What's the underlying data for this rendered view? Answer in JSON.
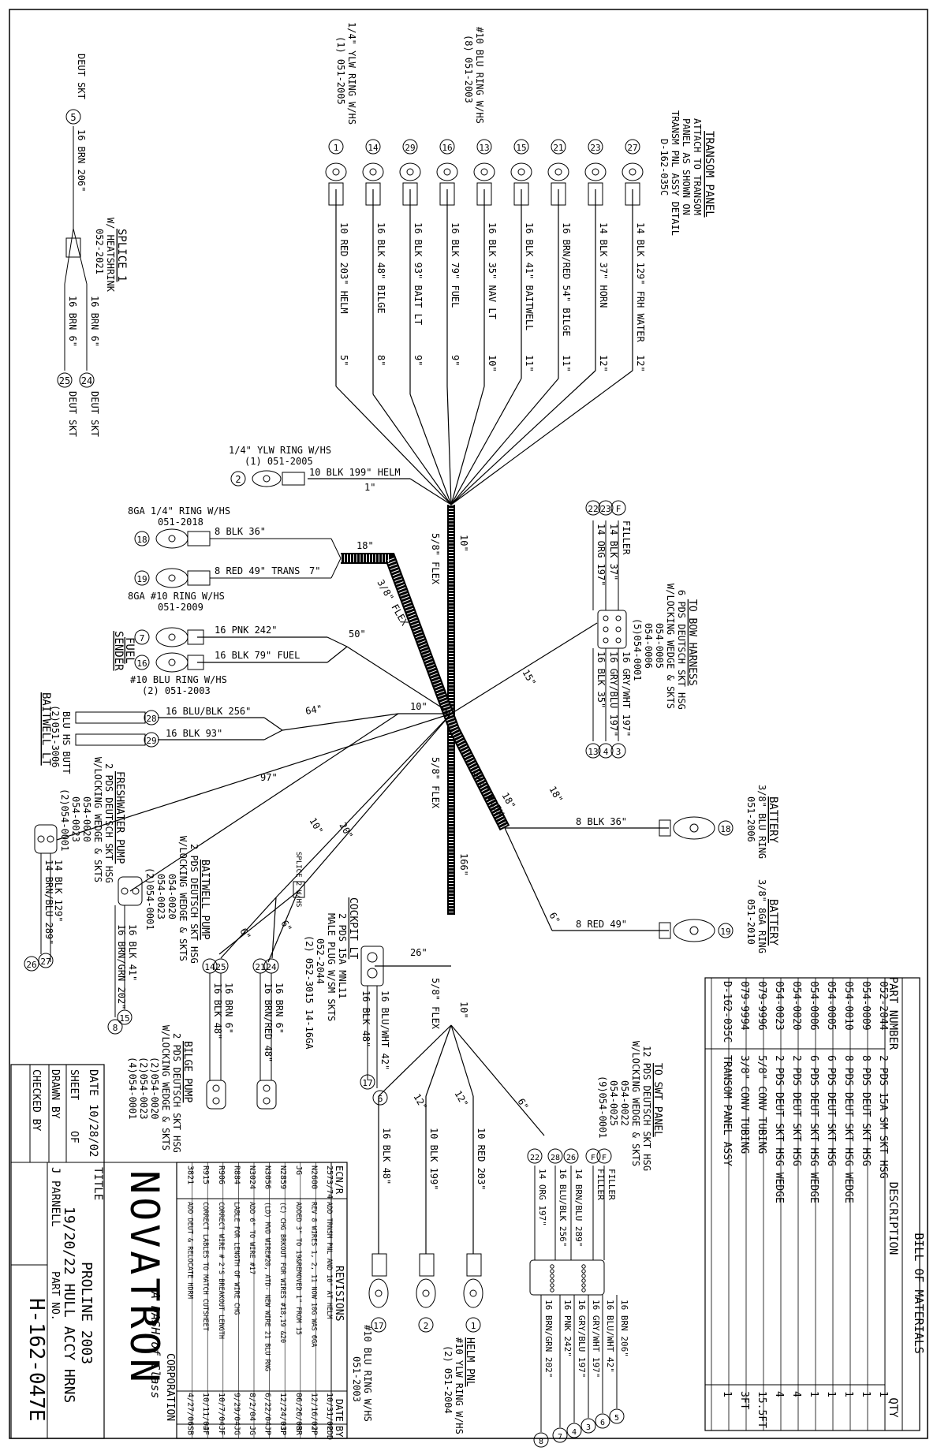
{
  "bom": {
    "title": "BILL OF MATERIALS",
    "headers": [
      "PART NUMBER",
      "DESCRIPTION",
      "QTY"
    ],
    "rows": [
      [
        "052-2044",
        "2 PDS 15A SM SKT HSG",
        "1"
      ],
      [
        "054-0009",
        "8 PDS DEUT SKT HSG",
        "1"
      ],
      [
        "054-0010",
        "8 PDS DEUT SKT HSG WEDGE",
        "1"
      ],
      [
        "054-0005",
        "6 PDS DEUT SKT HSG",
        "1"
      ],
      [
        "054-0006",
        "6 PDS DEUT SKT HSG WEDGE",
        "1"
      ],
      [
        "054-0020",
        "2 PDS DEUT SKT HSG",
        "4"
      ],
      [
        "054-0023",
        "2 PDS DEUT SKT HSG WEDGE",
        "4"
      ],
      [
        "079-9996",
        "5/8\" CONV TUBING",
        "15.5FT"
      ],
      [
        "079-9994",
        "3/8\" CONV TUBING",
        "3FT"
      ],
      [
        "D-162-035C",
        "TRANSOM PANEL ASSY",
        "1"
      ]
    ]
  },
  "revisions": {
    "title": "REVISIONS",
    "headers": [
      "ECN/R",
      "REVISIONS",
      "DATE",
      "BY"
    ],
    "rows": [
      [
        "2573/74",
        "ADD TRNSM PNL AND 10\" AT HELM",
        "10/31/02",
        "PDD"
      ],
      [
        "N2600",
        "REV 8 WIRES 1, 2, 11 NOW 10G WAS 6GA",
        "12/16/02",
        "JP"
      ],
      [
        "JG",
        "ADDED 3\" TO 19&REMOVED 1\" FROM 15",
        "06/26/03",
        "RR"
      ],
      [
        "N2859",
        "(C) CHG BRKOUT FOR WIRES #18,19 &20",
        "12/24/03",
        "JP"
      ],
      [
        "N3056",
        "(LD) MVD WIRE#20, ATD- NEW WIRE 21 BLU RNG",
        "6/22/04",
        "JP"
      ],
      [
        "N3024",
        "ADD 6\" TO WIRE #17",
        "8/2/04",
        "JG"
      ],
      [
        "R884",
        "LABLE FOR LENGTH OF WIRE CHG",
        "9/29/04",
        "JG"
      ],
      [
        "R906",
        "CORRECT WIRE # 2'S BREAKOUT LENGTH",
        "10/7/04",
        "JF"
      ],
      [
        "R915",
        "CORRECT LABLES TO MATCH CUTSHEET",
        "10/11/04",
        "JF"
      ],
      [
        "3821",
        "ADD DEUT & RELOCATE HDRM",
        "4/27/06",
        "SB"
      ]
    ]
  },
  "title_block": {
    "company": "NOVATRON",
    "company_sub": "CORPORATION",
    "tagline": "A DASH of Class",
    "title_label": "TITLE",
    "title_line1": "PROLINE 2003",
    "title_line2": "19/20/22 HULL ACCY HRNS",
    "date_label": "DATE",
    "date": "10/28/02",
    "sheet_label": "SHEET",
    "sheet_of": "OF",
    "drawn_label": "DRAWN BY",
    "drawn_by": "J PARNELL",
    "checked_label": "CHECKED BY",
    "part_label": "PART NO.",
    "part_no": "H-162-047E"
  },
  "transom": {
    "title": "TRANSOM PANEL",
    "note": [
      "ATTACH TO TRANSOM",
      "PANEL AS SHOWN ON",
      "TRANSM PNL ASSY DETAIL",
      "D-162-035C"
    ],
    "ring_note1": [
      "#10 BLU RING W/HS",
      "(8) 051-2003"
    ],
    "ring_note2": [
      "1/4\" YLW RING W/HS",
      "(1) 051-2005"
    ],
    "wires": [
      {
        "num": "27",
        "label": "14 BLK 129\" FRH WATER",
        "len": "12\""
      },
      {
        "num": "23",
        "label": "14 BLK 37\" HORN",
        "len": "12\""
      },
      {
        "num": "21",
        "label": "16 BRN/RED 54\" BILGE",
        "len": "11\""
      },
      {
        "num": "15",
        "label": "16 BLK 41\" BAITWELL",
        "len": "11\""
      },
      {
        "num": "13",
        "label": "16 BLK 35\" NAV LT",
        "len": "10\""
      },
      {
        "num": "16",
        "label": "16 BLK 79\" FUEL",
        "len": "9\""
      },
      {
        "num": "29",
        "label": "16 BLK 93\" BAIT LT",
        "len": "9\""
      },
      {
        "num": "14",
        "label": "16 BLK 48\" BILGE",
        "len": "8\""
      },
      {
        "num": "1",
        "label": "10 RED 203\" HELM",
        "len": "5\""
      }
    ]
  },
  "splice1": {
    "title": "SPLICE 1",
    "sub": [
      "W/ HEATSHRINK",
      "052-2021"
    ],
    "in_num": "5",
    "in_label": "DEUT SKT",
    "in_wire": "16 BRN 206\"",
    "out1_num": "24",
    "out1_wire": "16 BRN 6\"",
    "out2_num": "25",
    "out2_wire": "16 BRN 6\"",
    "deut": "DEUT SKT"
  },
  "left": {
    "w2_note": [
      "1/4\" YLW RING W/HS",
      "(1) 051-2005"
    ],
    "w2_num": "2",
    "w2_label": "10 BLK 199\" HELM",
    "w2_len": "1\"",
    "ring8_note": [
      "8GA 1/4\" RING W/HS",
      "051-2018"
    ],
    "w18_num": "18",
    "w18_label": "8 BLK 36\"",
    "w18_len": "18\"",
    "w19_num": "19",
    "w19_label": "8 RED 49\" TRANS",
    "w19_len": "7\"",
    "ring10_note": [
      "8GA #10 RING W/HS",
      "051-2009"
    ],
    "flex1": "5/8\" FLEX",
    "flex1_len": "10\"",
    "flex2": "3/8\" FLEX",
    "fuel_title": [
      "FUEL",
      "SENDER"
    ],
    "w7_num": "7",
    "w7_label": "16 PNK 242\"",
    "w16_num": "16",
    "w16_label": "16 BLK 79\" FUEL",
    "fuel_ring": [
      "#10 BLU RING W/HS",
      "(2) 051-2003"
    ],
    "fuel_len": "50\"",
    "baitwell_title": "BAITWELL LT",
    "butt_note": [
      "BLU HS BUTT",
      "(2)051-3006"
    ],
    "w28_num": "28",
    "w28_label": "16 BLU/BLK 256\"",
    "w29_num": "29",
    "w29_label": "16 BLK 93\"",
    "bait_len": "64\"",
    "center_len": "10\"",
    "fresh_title": "FRESHWATER PUMP",
    "fresh_note": [
      "2 PDS DEUTSCH SKT HSG",
      "W/LOCKING WEDGE & SKTS",
      "054-0020",
      "054-0023",
      "(2)054-0001"
    ],
    "fresh_len": "97\"",
    "w27_num": "27",
    "w27_label": "14 BLK 129\"",
    "w26_num": "26",
    "w26_label": "14 BRN/BLU 289\""
  },
  "bow": {
    "title": "TO BOW HARNESS",
    "note": [
      "6 PDS DEUTSCH SKT HSG",
      "W/LOCKING WEDGE & SKTS",
      "054-0005",
      "054-0006",
      "(5)054-0001"
    ],
    "filler": "FILLER",
    "w22": {
      "num": "22",
      "label": "14 ORG 197\""
    },
    "w23": {
      "num": "23",
      "label": "14 BLK 37\""
    },
    "w3": {
      "num": "3",
      "label": "16 GRY/WHT 197\""
    },
    "w4": {
      "num": "4",
      "label": "16 GRY/BLU 197\""
    },
    "w13": {
      "num": "13",
      "label": "16 BLK 35\""
    },
    "len": "15\""
  },
  "battery": {
    "b1_title": "BATTERY",
    "b1_note": [
      "3/8\" BLU RING",
      "051-2006"
    ],
    "b1_num": "18",
    "b1_wire": "8 BLK 36\"",
    "b1_len": "18\"",
    "b2_title": "BATTERY",
    "b2_note": [
      "3/8\" 8GA RING",
      "051-2010"
    ],
    "b2_num": "19",
    "b2_wire": "8 RED 49\"",
    "b2_len": "6\"",
    "flex3": "3/8\" FLEX",
    "flex3_len": "18\"",
    "flex4": "5/8\" FLEX",
    "mid_len": "166\""
  },
  "baitwell_pump": {
    "title": "BAITWELL PUMP",
    "note": [
      "2 PDS DEUTSCH SKT HSG",
      "W/LOCKING WEDGE & SKTS",
      "054-0020",
      "054-0023",
      "(2)054-0001"
    ],
    "w15_num": "15",
    "w15_label": "16 BLK 41\"",
    "w8_num": "8",
    "w8_label": "16 BRN/GRN 202\"",
    "len": "10\""
  },
  "bilge": {
    "title": "BILGE PUMP",
    "note": [
      "2 PDS DEUTSCH SKT HSG",
      "W/LOCKING WEDGE & SKTS",
      "(2)054-0020",
      "(2)054-0023",
      "(4)054-0001"
    ],
    "splice2": "SPLICE 2 W/HS",
    "w25_num": "25",
    "w25_label": "16 BRN 6\"",
    "w14_num": "14",
    "w14_label": "16 BLK 48\"",
    "w24_num": "24",
    "w24_label": "16 BRN 6\"",
    "w21_num": "21",
    "w21_label": "16 BRN/RED 48\"",
    "len_a": "6\"",
    "len_b": "6\"",
    "len_c": "20\""
  },
  "cockpit": {
    "title": "COCKPIT LT",
    "note": [
      "2 PDS 15A MNL11",
      "MALE PLUG W/SM SKTS",
      "052-2044",
      "(2) 052-3015 14-16GA"
    ],
    "w17_num": "17",
    "w17_label": "16 BLK 48\"",
    "w6_num": "6",
    "w6_label": "16 BLU/WHT 42\"",
    "len": "26\"",
    "flex": "5/8\" FLEX",
    "flex_len": "10\""
  },
  "switch_panel": {
    "title": "TO SWT PANEL",
    "note": [
      "12 PDS DEUTSCH SKT HSG",
      "W/LOCKING WEDGE & SKTS",
      "054-0022",
      "054-0025",
      "(9)054-0001"
    ],
    "left_pins": [
      {
        "num": "F",
        "label": "FILLER"
      },
      {
        "num": "F",
        "label": "FILLER"
      },
      {
        "num": "26",
        "label": "14 BRN/BLU 289\""
      },
      {
        "num": "28",
        "label": "16 BLU/BLK 256\""
      },
      {
        "num": "22",
        "label": "14 ORG 197\""
      }
    ],
    "right_pins": [
      {
        "num": "5",
        "label": "16 BRN 206\""
      },
      {
        "num": "6",
        "label": "16 BLU/WHT 42\""
      },
      {
        "num": "3",
        "label": "16 GRY/WHT 197\""
      },
      {
        "num": "4",
        "label": "16 GRY/BLU 197\""
      },
      {
        "num": "7",
        "label": "16 PNK 242\""
      },
      {
        "num": "8",
        "label": "16 BRN/GRN 202\""
      }
    ],
    "len": "6\""
  },
  "helm": {
    "title": "HELM PNL",
    "note1": [
      "#10 YLW RING W/HS",
      "(2) 051-2004"
    ],
    "note2": [
      "#10 BLU RING W/HS",
      "051-2003"
    ],
    "w1_num": "1",
    "w1_label": "10 RED 203\"",
    "w2_num": "2",
    "w2_label": "10 BLK 199\"",
    "w17_num": "17",
    "w17_label": "16 BLK 48\"",
    "len_a": "12\"",
    "len_b": "12\""
  }
}
